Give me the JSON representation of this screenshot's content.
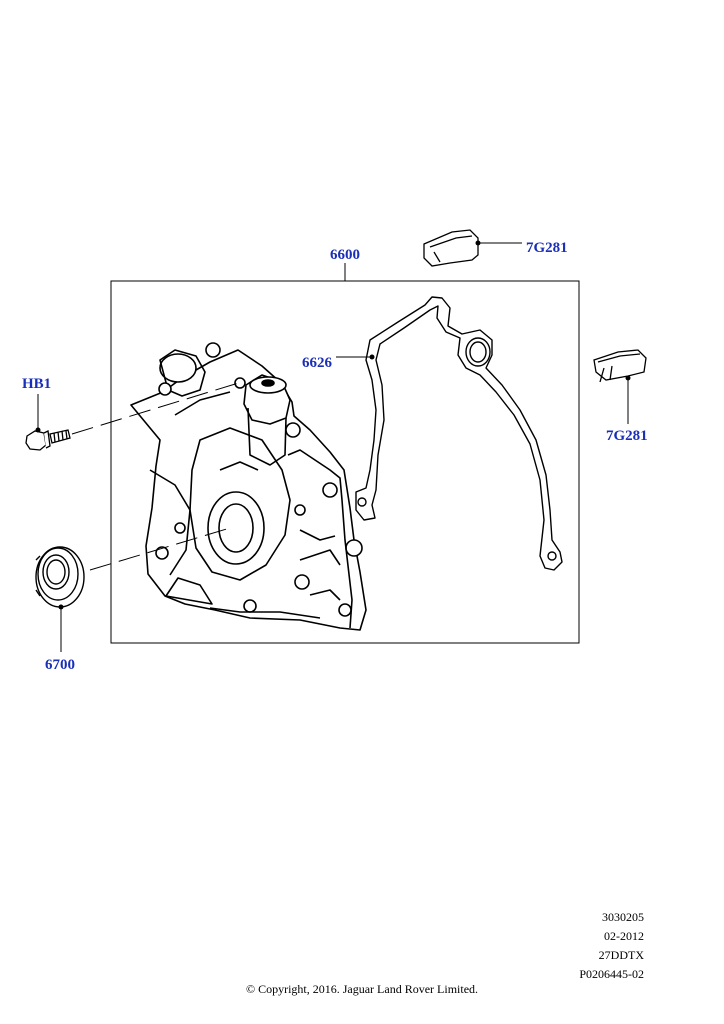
{
  "callouts": {
    "assembly": "6600",
    "gasket": "6626",
    "clip_top": "7G281",
    "clip_right": "7G281",
    "bolt": "HB1",
    "seal": "6700"
  },
  "meta": {
    "line1": "3030205",
    "line2": "02-2012",
    "line3": "27DDTX",
    "line4": "P0206445-02"
  },
  "footer": {
    "copyright": "© Copyright, 2016. Jaguar Land Rover Limited."
  },
  "colors": {
    "callout_text": "#1a2fb8",
    "line": "#000000",
    "background": "#ffffff"
  }
}
